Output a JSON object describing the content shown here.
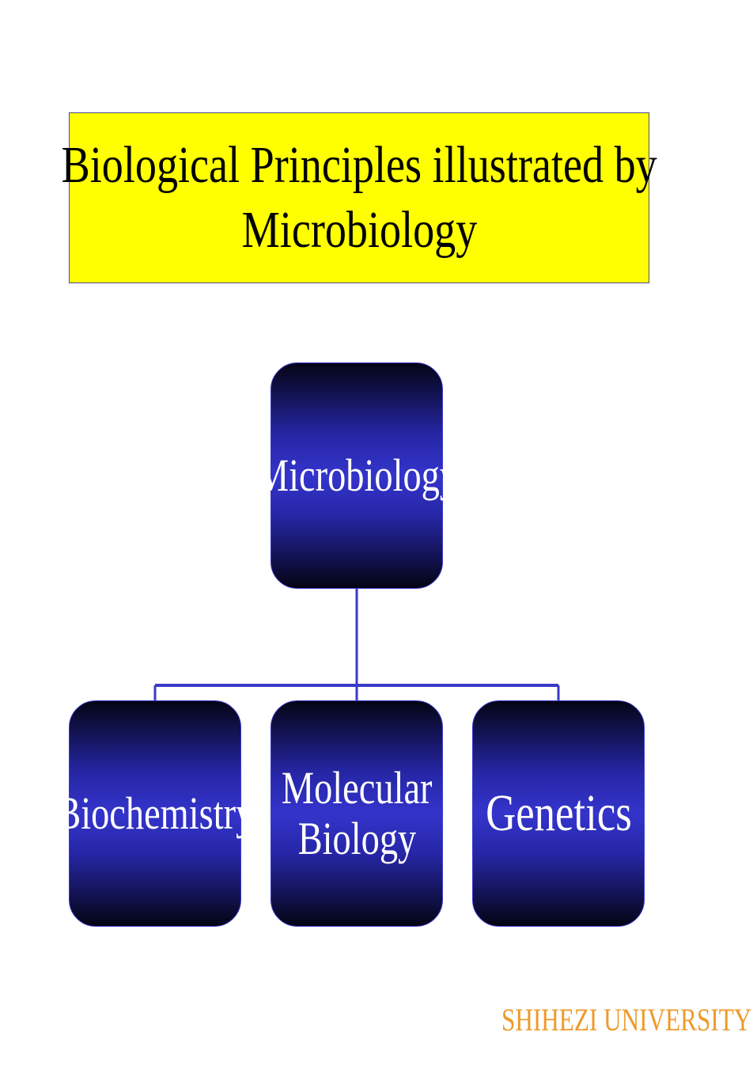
{
  "title": {
    "line1": "Biological Principles illustrated by",
    "line2": "Microbiology"
  },
  "diagram": {
    "root": {
      "label": "Microbiology"
    },
    "children": [
      {
        "lines": [
          "Biochemistry"
        ]
      },
      {
        "lines": [
          "Molecular",
          "Biology"
        ]
      },
      {
        "lines": [
          "Genetics"
        ]
      }
    ]
  },
  "colors": {
    "title_background": "#ffff00",
    "node_gradient_dark": "#040414",
    "node_gradient_light": "#3434cc",
    "connector": "#3a3ac8",
    "footer_text": "#ee9a2a"
  },
  "footer": {
    "institution": "SHIHEZI UNIVERSITY"
  }
}
